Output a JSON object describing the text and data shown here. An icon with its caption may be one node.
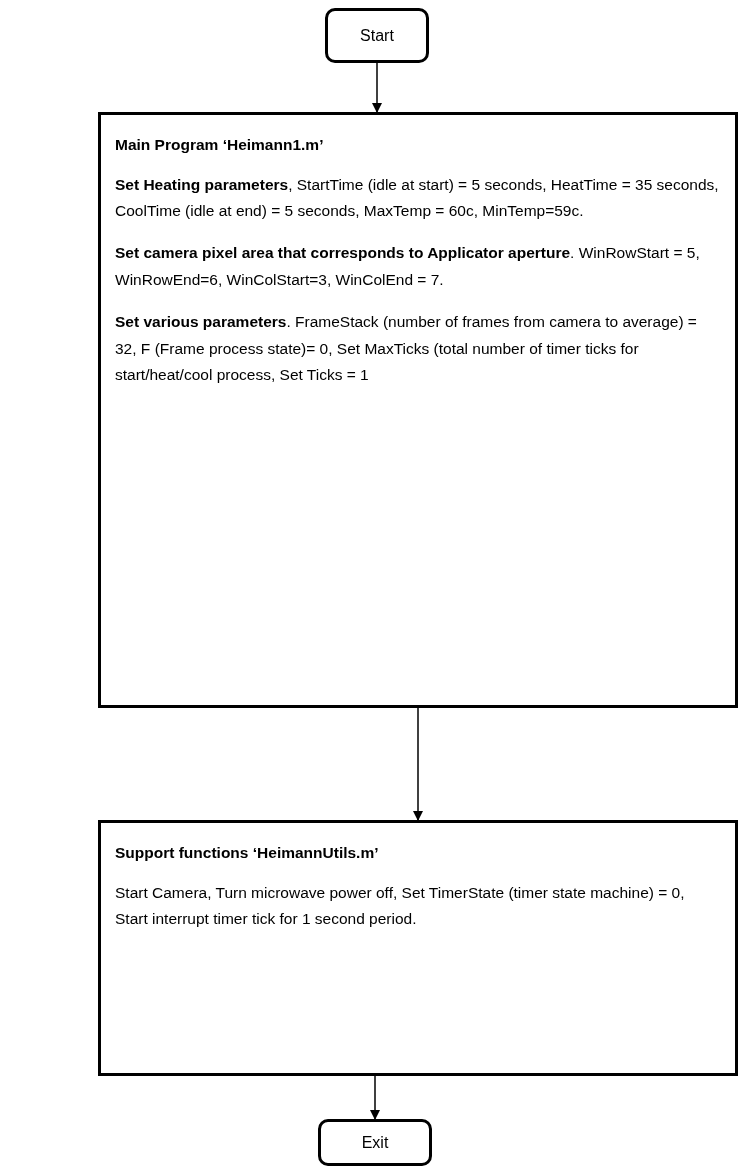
{
  "diagram": {
    "nodes": [
      {
        "text": [
          "Start"
        ]
      },
      {
        "text": [
          "Main Program ‘Heimann1.m’",
          "**Set Heating parameters**, StartTime (idle at start) =  5 seconds, HeatTime = 35 seconds, CoolTime (idle at end) = 5 seconds,  MaxTemp = 60c, MinTemp=59c.",
          "**Set camera pixel area that corresponds to Applicator aperture**. WinRowStart = 5, WinRowEnd=6, WinColStart=3, WinColEnd = 7.",
          "**Set various parameters**. FrameStack (number of frames from camera to average) = 32, F (Frame process state)= 0, Set MaxTicks (total number of timer ticks for start/heat/cool process, Set Ticks = 1"
        ]
      },
      {
        "text": [
          "Support functions ‘HeimannUtils.m’",
          "Start Camera, Turn microwave power off, Set TimerState (timer state machine) = 0, Start interrupt timer tick for 1 second period."
        ]
      },
      {
        "text": [
          "Exit"
        ]
      }
    ],
    "edges": [
      {
        "from": 0,
        "to": 1,
        "arrow": "to"
      },
      {
        "from": 1,
        "to": 2,
        "arrow": "to"
      },
      {
        "from": 2,
        "to": 3,
        "arrow": "to"
      }
    ]
  }
}
